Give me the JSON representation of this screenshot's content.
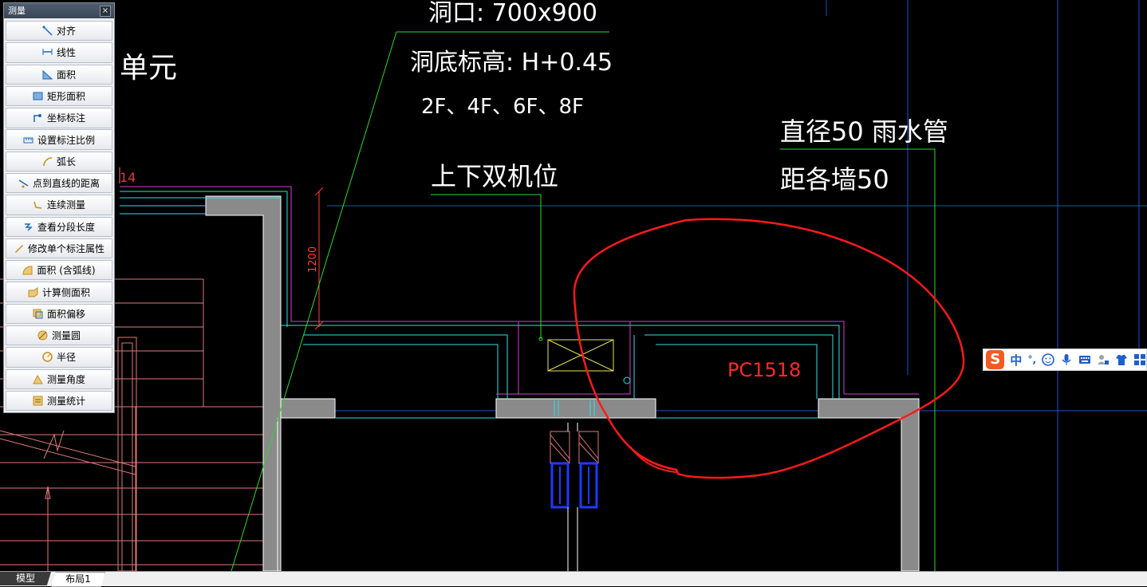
{
  "palette": {
    "title": "测量",
    "close_label": "×",
    "items": [
      {
        "label": "对齐",
        "icon": "align-dimension-icon"
      },
      {
        "label": "线性",
        "icon": "linear-dimension-icon"
      },
      {
        "label": "面积",
        "icon": "area-icon"
      },
      {
        "label": "矩形面积",
        "icon": "rect-area-icon"
      },
      {
        "label": "坐标标注",
        "icon": "coordinate-icon"
      },
      {
        "label": "设置标注比例",
        "icon": "scale-icon"
      },
      {
        "label": "弧长",
        "icon": "arc-length-icon"
      },
      {
        "label": "点到直线的距离",
        "icon": "point-line-distance-icon"
      },
      {
        "label": "连续测量",
        "icon": "continuous-measure-icon"
      },
      {
        "label": "查看分段长度",
        "icon": "segment-length-icon"
      },
      {
        "label": "修改单个标注属性",
        "icon": "edit-dimension-icon"
      },
      {
        "label": "面积 (含弧线)",
        "icon": "arc-area-icon"
      },
      {
        "label": "计算侧面积",
        "icon": "side-area-icon"
      },
      {
        "label": "面积偏移",
        "icon": "area-offset-icon"
      },
      {
        "label": "测量圆",
        "icon": "measure-circle-icon"
      },
      {
        "label": "半径",
        "icon": "radius-icon"
      },
      {
        "label": "测量角度",
        "icon": "angle-icon"
      },
      {
        "label": "测量统计",
        "icon": "statistics-icon"
      }
    ]
  },
  "drawing": {
    "text_opening": "洞口: 700x900",
    "text_sill_height": "洞底标高: H+0.45",
    "text_floors": "2F、4F、6F、8F",
    "text_unit": "单元",
    "text_ac_position": "上下双机位",
    "text_pipe_diameter": "直径50  雨水管",
    "text_wall_distance": "距各墙50",
    "text_window_code": "PC1518",
    "text_dimension": "1200",
    "text_axis_number": "14"
  },
  "ime": {
    "logo": "S",
    "mode": "中",
    "punct": "°,",
    "brand_color": "#f25a23"
  },
  "tabs": {
    "model": "模型",
    "layout1": "布局1"
  },
  "colors": {
    "background": "#000000",
    "wall_fill": "#8a8a8a",
    "cyan": "#2fe0e8",
    "magenta": "#d23fd6",
    "green": "#2ed82e",
    "blue_axis": "#1e4fd6",
    "red_markup": "#ff1a1a",
    "salmon": "#e07a7a"
  }
}
